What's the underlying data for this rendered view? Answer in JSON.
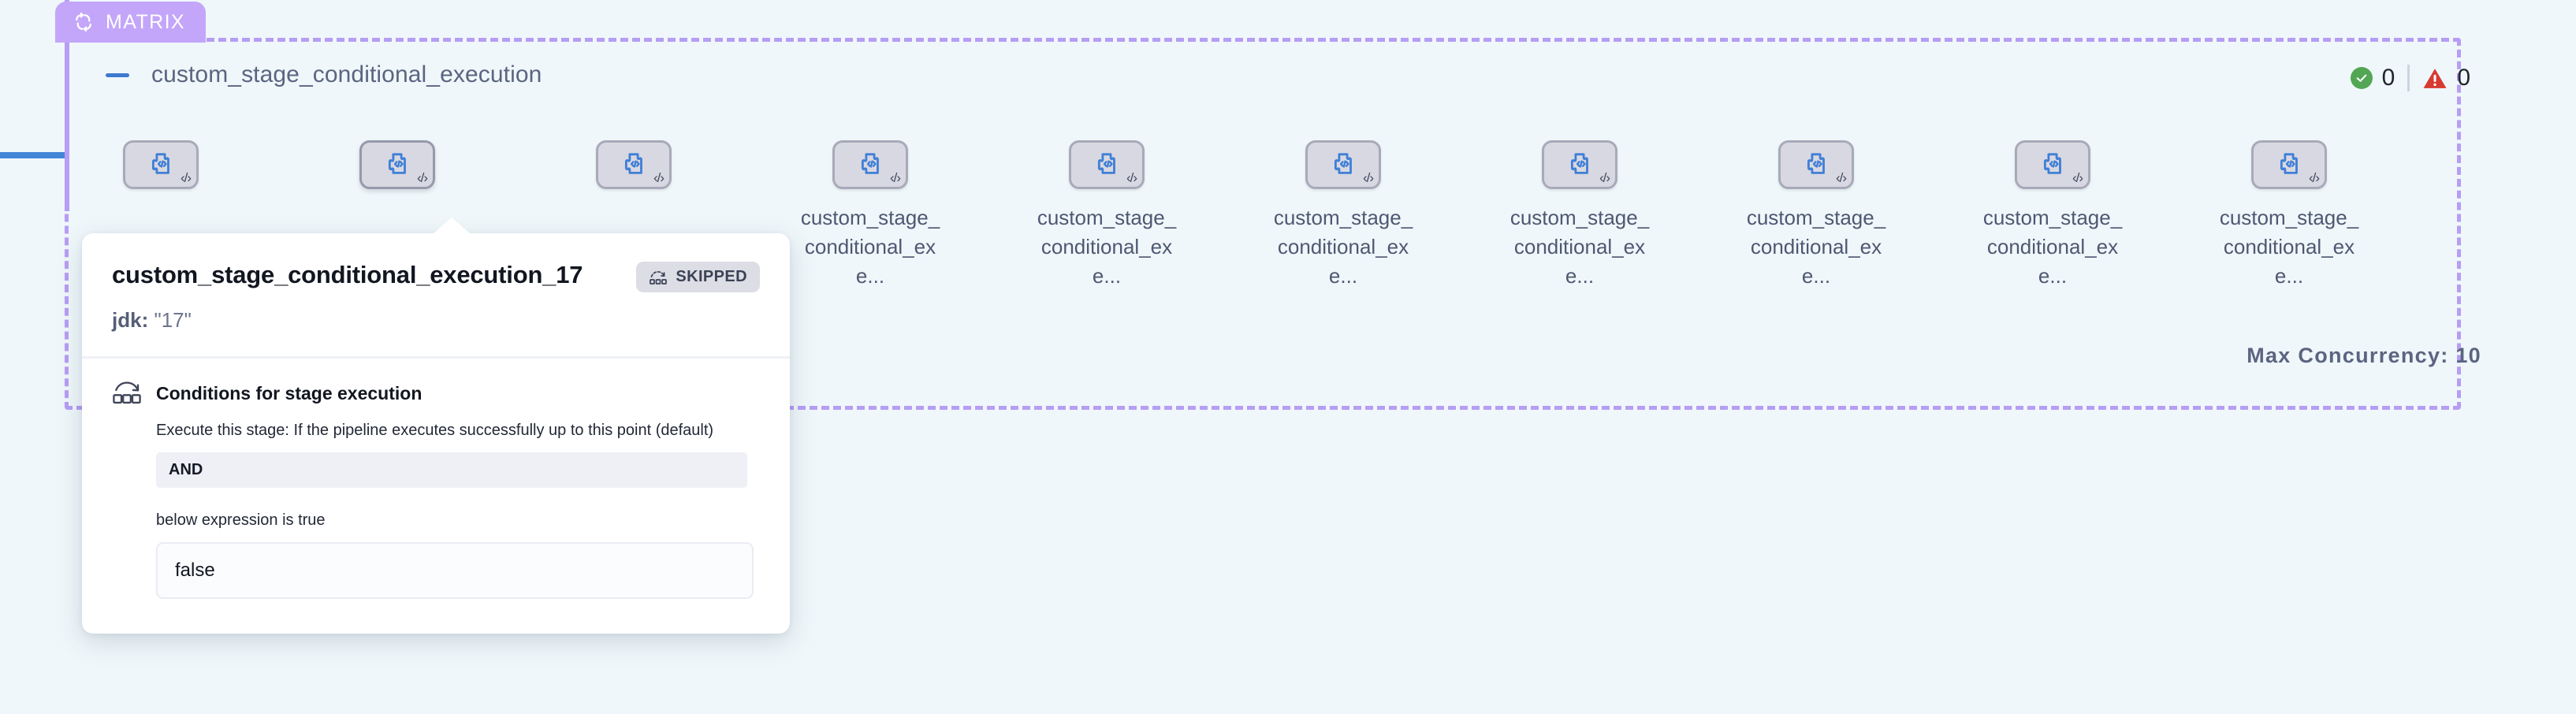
{
  "matrix_tab": {
    "label": "MATRIX",
    "icon": "loop-icon"
  },
  "group": {
    "title": "custom_stage_conditional_execution",
    "collapse_icon": "minus-icon",
    "max_concurrency": "Max Concurrency: 10"
  },
  "status": {
    "success_icon": "check-circle-icon",
    "success_count": "0",
    "warning_icon": "warning-triangle-icon",
    "warning_count": "0"
  },
  "nodes": [
    {
      "label": "",
      "icon": "plugin-code-icon",
      "corner_icon": "code-tag-icon",
      "selected": false
    },
    {
      "label": "",
      "icon": "plugin-code-icon",
      "corner_icon": "code-tag-icon",
      "selected": true
    },
    {
      "label": "",
      "icon": "plugin-code-icon",
      "corner_icon": "code-tag-icon",
      "selected": false
    },
    {
      "label": "custom_stage_conditional_exe...",
      "icon": "plugin-code-icon",
      "corner_icon": "code-tag-icon",
      "selected": false
    },
    {
      "label": "custom_stage_conditional_exe...",
      "icon": "plugin-code-icon",
      "corner_icon": "code-tag-icon",
      "selected": false
    },
    {
      "label": "custom_stage_conditional_exe...",
      "icon": "plugin-code-icon",
      "corner_icon": "code-tag-icon",
      "selected": false
    },
    {
      "label": "custom_stage_conditional_exe...",
      "icon": "plugin-code-icon",
      "corner_icon": "code-tag-icon",
      "selected": false
    },
    {
      "label": "custom_stage_conditional_exe...",
      "icon": "plugin-code-icon",
      "corner_icon": "code-tag-icon",
      "selected": false
    },
    {
      "label": "custom_stage_conditional_exe...",
      "icon": "plugin-code-icon",
      "corner_icon": "code-tag-icon",
      "selected": false
    },
    {
      "label": "custom_stage_conditional_exe...",
      "icon": "plugin-code-icon",
      "corner_icon": "code-tag-icon",
      "selected": false
    }
  ],
  "tooltip": {
    "title": "custom_stage_conditional_execution_17",
    "status_badge": {
      "label": "SKIPPED",
      "icon": "skipped-icon"
    },
    "matrix_key": "jdk:",
    "matrix_value": "\"17\"",
    "conditions": {
      "icon": "conditions-icon",
      "heading": "Conditions for stage execution",
      "description": "Execute this stage: If the pipeline executes successfully up to this point (default)",
      "operator": "AND",
      "expression_label": "below expression is true",
      "expression_value": "false"
    }
  },
  "colors": {
    "canvas_bg": "#eff7fa",
    "matrix_purple": "#b79df5",
    "matrix_tab": "#c3a6f9",
    "connector_blue": "#4285d6",
    "node_fill": "#d8d8e2",
    "node_border": "#a8aab9",
    "plug_blue": "#3f7fd6",
    "success_green": "#53a653",
    "warning_red": "#d63a31",
    "text_slate": "#5b6480"
  }
}
